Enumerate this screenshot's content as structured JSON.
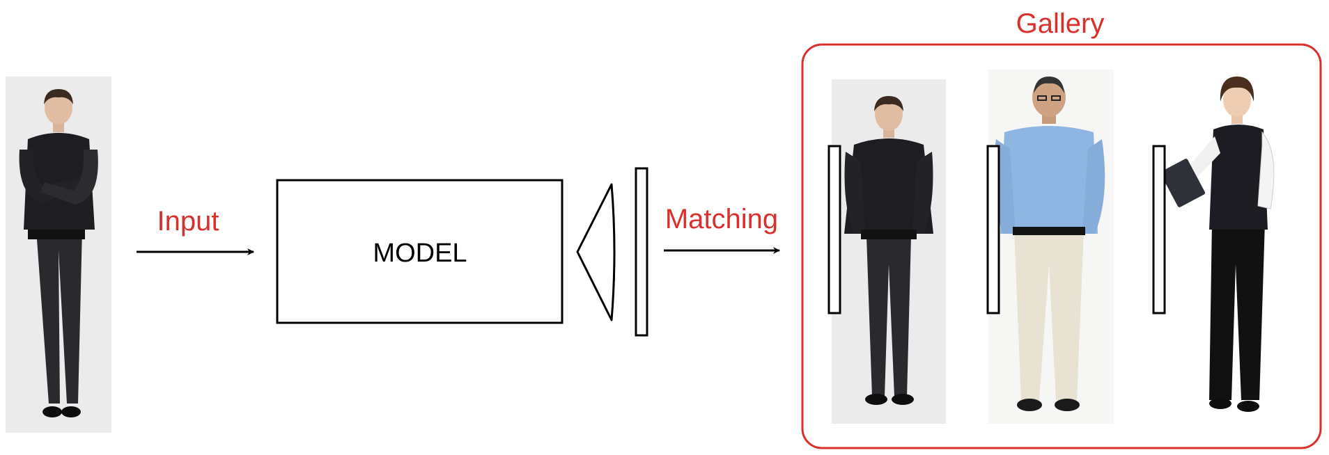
{
  "labels": {
    "input": "Input",
    "model": "MODEL",
    "matching": "Matching",
    "gallery": "Gallery"
  },
  "colors": {
    "accent_red": "#d9302c",
    "stroke": "#000000",
    "photo_bg_gray": "#ebebeb",
    "photo_bg_white": "#f6f6f4"
  },
  "people": {
    "query": {
      "outfit": "black shirt, dark trousers, arms crossed"
    },
    "gallery": [
      {
        "outfit": "black shirt, dark trousers, hands in pockets"
      },
      {
        "outfit": "light blue shirt, beige trousers, glasses"
      },
      {
        "outfit": "white blouse, black vest and trousers, clipboard"
      }
    ]
  }
}
